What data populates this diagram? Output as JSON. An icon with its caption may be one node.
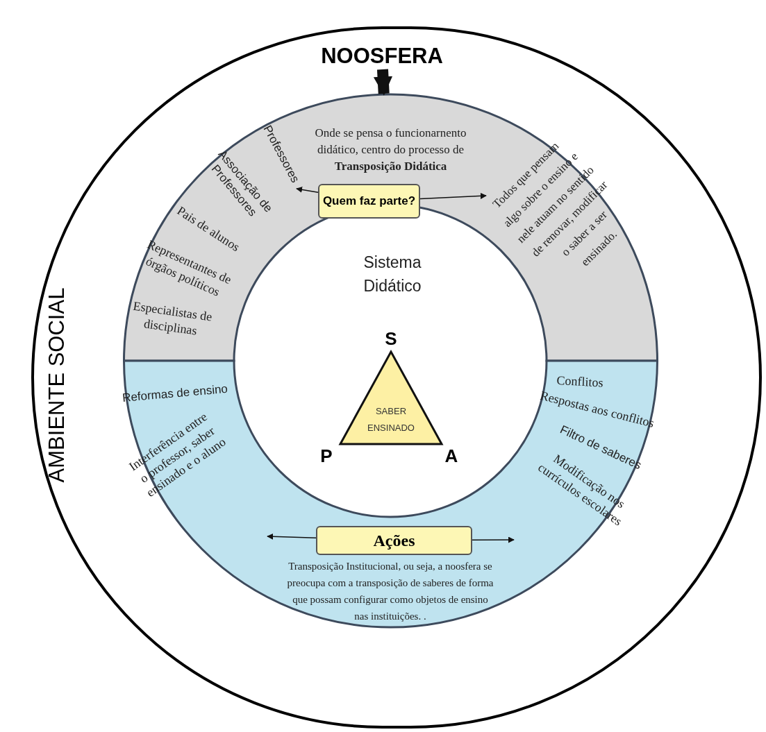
{
  "diagram": {
    "nodes": [
      {
        "text": [
          "AMBIENTE SOCIAL"
        ]
      },
      {
        "text": [
          "NOOSFERA"
        ],
        "in": 0
      },
      {
        "text": [
          "Onde se pensa o funcionarnento didático, centro do processo de **Transposição Didática**"
        ],
        "in": 0
      },
      {
        "text": [
          "Quem faz parte?"
        ],
        "in": 2
      },
      {
        "text": [
          "Sistema Didático"
        ],
        "in": 0
      },
      {
        "text": [
          "SABER ENSINADO"
        ],
        "in": 0,
        "beside": [
          "S",
          "P",
          "A"
        ]
      },
      {
        "text": [
          "Transposição Institucional, ou seja, a noosfera se preocupa com a transposição de saberes de forma que possam configurar como objetos de ensino nas instituições. ."
        ],
        "in": 0
      },
      {
        "text": [
          "Ações"
        ],
        "in": 6
      },
      {
        "text": [
          "Professores"
        ],
        "in": 2
      },
      {
        "text": [
          "Todos que pensam algo sobre o ensino e nele atuam no sentido de renovar, modificar o saber a ser ensinado."
        ],
        "in": 2
      }
    ],
    "edges": [
      {
        "from": 1,
        "to": 2,
        "arrow": "to",
        "style": "thick"
      },
      {
        "from": 3,
        "to": 8,
        "arrow": "to"
      },
      {
        "from": 3,
        "to": 9,
        "arrow": "to"
      },
      {
        "from": 7,
        "to": null,
        "arrow": "to"
      },
      {
        "from": 7,
        "to": null,
        "arrow": "to"
      }
    ],
    "labels": [
      "Associação de Professores",
      "Pais de alunos",
      "Representantes de órgãos políticos",
      "Especialistas de disciplinas",
      "Reformas de ensino",
      "Interferência entre o professor, saber ensinado e o aluno",
      "Conflitos",
      "Respostas aos conflitos",
      "Filtro de saberes",
      "Modificação nos currículos escolares"
    ]
  }
}
